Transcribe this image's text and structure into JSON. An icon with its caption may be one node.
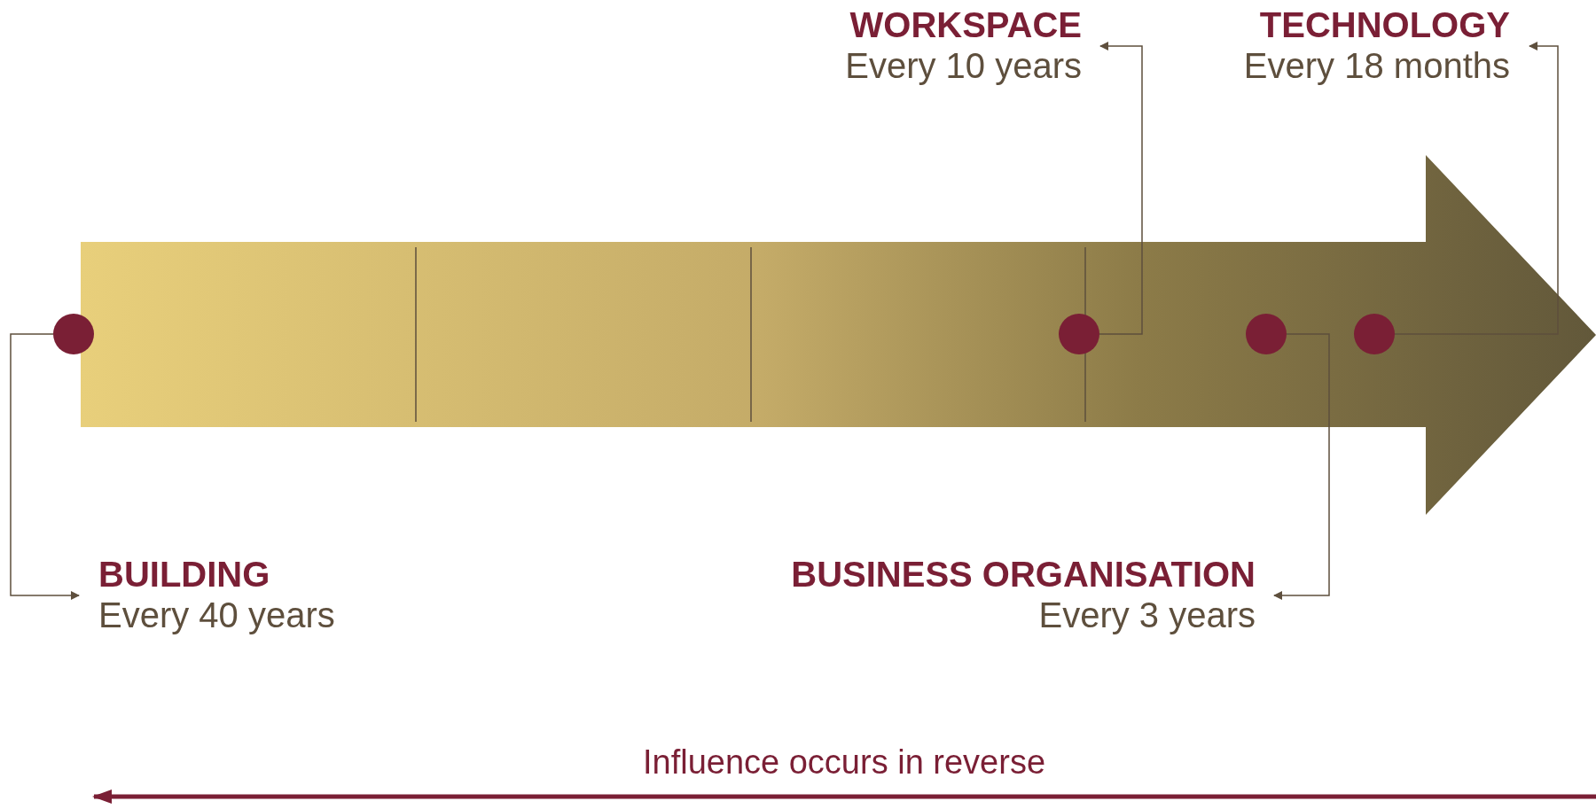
{
  "diagram": {
    "nodes": [
      {
        "text": [
          "WORKSPACE",
          "Every 10 years"
        ]
      },
      {
        "text": [
          "TECHNOLOGY",
          "Every 18 months"
        ]
      },
      {
        "text": [
          "BUILDING",
          "Every 40 years"
        ]
      },
      {
        "text": [
          "BUSINESS ORGANISATION",
          "Every 3 years"
        ]
      },
      {
        "text": [],
        "shape": "circle"
      },
      {
        "text": [],
        "shape": "circle"
      },
      {
        "text": [],
        "shape": "circle"
      },
      {
        "text": [],
        "shape": "circle"
      }
    ],
    "edges": [
      {
        "from": 4,
        "to": 2,
        "arrow": "to"
      },
      {
        "from": 5,
        "to": 0,
        "arrow": "to"
      },
      {
        "from": 6,
        "to": 3,
        "arrow": "to"
      },
      {
        "from": 7,
        "to": 1,
        "arrow": "to"
      }
    ],
    "labels": [
      "Influence occurs in reverse"
    ]
  }
}
